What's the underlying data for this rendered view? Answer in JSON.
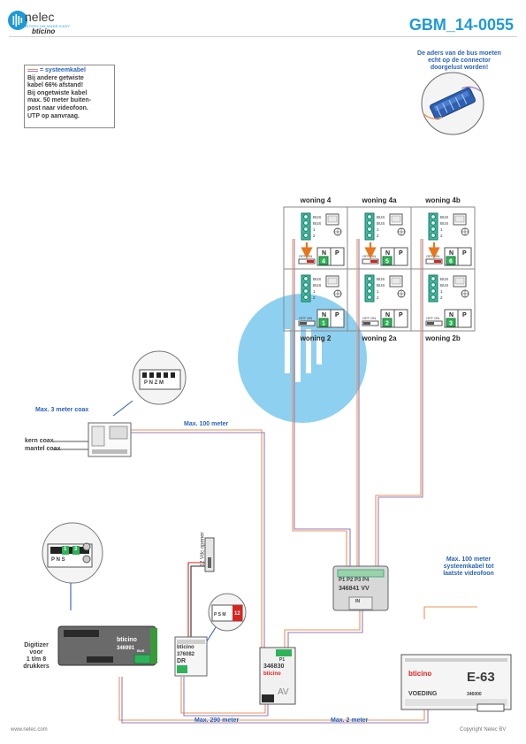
{
  "header": {
    "brand_name": "nelec",
    "brand_tagline": "INTERCOM MADE EASY",
    "brand_bticino": "bticino",
    "doc_code": "GBM_14-0055"
  },
  "note": {
    "legend": "= systeemkabel",
    "lines": [
      "Bij andere getwiste",
      "kabel 66% afstand!",
      "Bij ongetwiste kabel",
      "max. 50 meter buiten-",
      "post naar videofoon.",
      "UTP op aanvraag."
    ]
  },
  "bus_note": [
    "De aders van de bus moeten",
    "echt op de connector",
    "doorgelust worden!"
  ],
  "apartments": {
    "top": [
      "woning 4",
      "woning 4a",
      "woning 4b"
    ],
    "bottom": [
      "woning 2",
      "woning 2a",
      "woning 2b"
    ],
    "top_numbers": [
      "4",
      "5",
      "6"
    ],
    "bottom_numbers": [
      "1",
      "2",
      "3"
    ]
  },
  "monitor": {
    "terminal_labels": [
      "BUS",
      "BUS",
      "1",
      "2"
    ],
    "switch_label": "OFF ON",
    "n_label": "N",
    "p_label": "P"
  },
  "labels": {
    "max_coax": "Max. 3 meter coax",
    "kern_coax": "kern coax",
    "mantel_coax": "mantel coax",
    "max_100": "Max. 100 meter",
    "max_100_sys": [
      "Max. 100 meter",
      "systeemkabel tot",
      "laatste videofoon"
    ],
    "max_290": "Max. 290 meter",
    "max_2": "Max. 2 meter",
    "digitizer": [
      "Digitizer",
      "voor",
      "1 t/m 8",
      "drukkers"
    ],
    "door_opener": "12 Vdc opener",
    "footer_left": "www.nelec.com",
    "footer_right": "Copyright Nelec BV"
  },
  "components": {
    "distributor": {
      "code": "346841",
      "suffix": "VV",
      "ports": [
        "P1",
        "P2",
        "P3",
        "P4"
      ],
      "in_label": "IN"
    },
    "digitizer": {
      "code": "346991",
      "brand": "bticino",
      "bus_label": "BUS"
    },
    "relay": {
      "code": "376082",
      "sub": "DR",
      "brand": "bticino"
    },
    "interface": {
      "code": "346830",
      "sub": "AV",
      "brand": "bticino",
      "port": "P1"
    },
    "power": {
      "code": "E-63",
      "label": "VOEDING",
      "ref": "346000",
      "brand": "bticino"
    },
    "outdoor_terminals": [
      "P",
      "N",
      "Z",
      "M"
    ],
    "digitizer_terminals": [
      "P",
      "N",
      "S"
    ],
    "zoom_labels": [
      "1",
      "3"
    ],
    "relay_zoom_number": "12",
    "relay_zoom_terms": [
      "P",
      "S",
      "M"
    ]
  },
  "colors": {
    "accent": "#1e9ad6",
    "label_blue": "#2a63b8",
    "orange_wire": "#e8955a",
    "purple_wire": "#9a7bb8",
    "terminal_green": "#2fb35a",
    "arrow_orange": "#e8761e",
    "red": "#d9231f"
  }
}
